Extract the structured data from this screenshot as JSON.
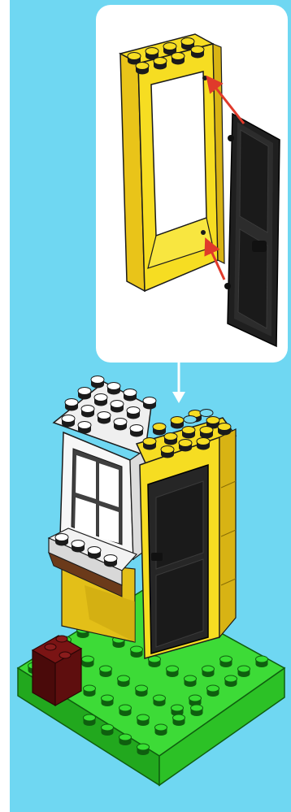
{
  "scene": {
    "kind": "building-instruction-step",
    "callout_part": "door-frame-with-door",
    "main_model": "house-with-window-door-and-baseplate"
  },
  "colors": {
    "background": "#6fd7f2",
    "callout_bg": "#ffffff",
    "frame_yellow": "#f6dd22",
    "door_black": "#1f1f1f",
    "window_white": "#f0f0f0",
    "baseplate_green": "#2fcc2a",
    "dark_red": "#5a0d0d",
    "arrow_red": "#e03a2b",
    "pointer_white": "#ffffff",
    "highlight_stud": "#77d9f0"
  },
  "icons": [
    "arrow-icon",
    "pointer-arrow-icon"
  ]
}
